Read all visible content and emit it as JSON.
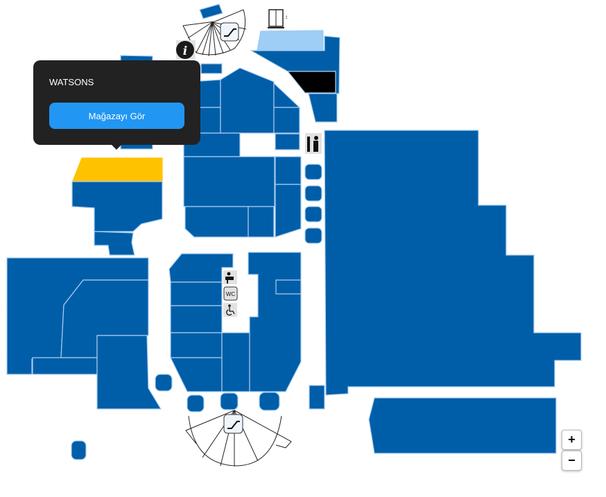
{
  "popup": {
    "store_name": "WATSONS",
    "button_label": "Mağazayı Gör"
  },
  "zoom_controls": {
    "zoom_in": "+",
    "zoom_out": "−"
  },
  "icons": {
    "wc_label": "WC",
    "info_label": "i"
  },
  "colors": {
    "store": "#005ea8",
    "selected_store": "#ffc200",
    "highlight": "#9ecdf5",
    "closed": "#000000",
    "button": "#2196f3"
  }
}
